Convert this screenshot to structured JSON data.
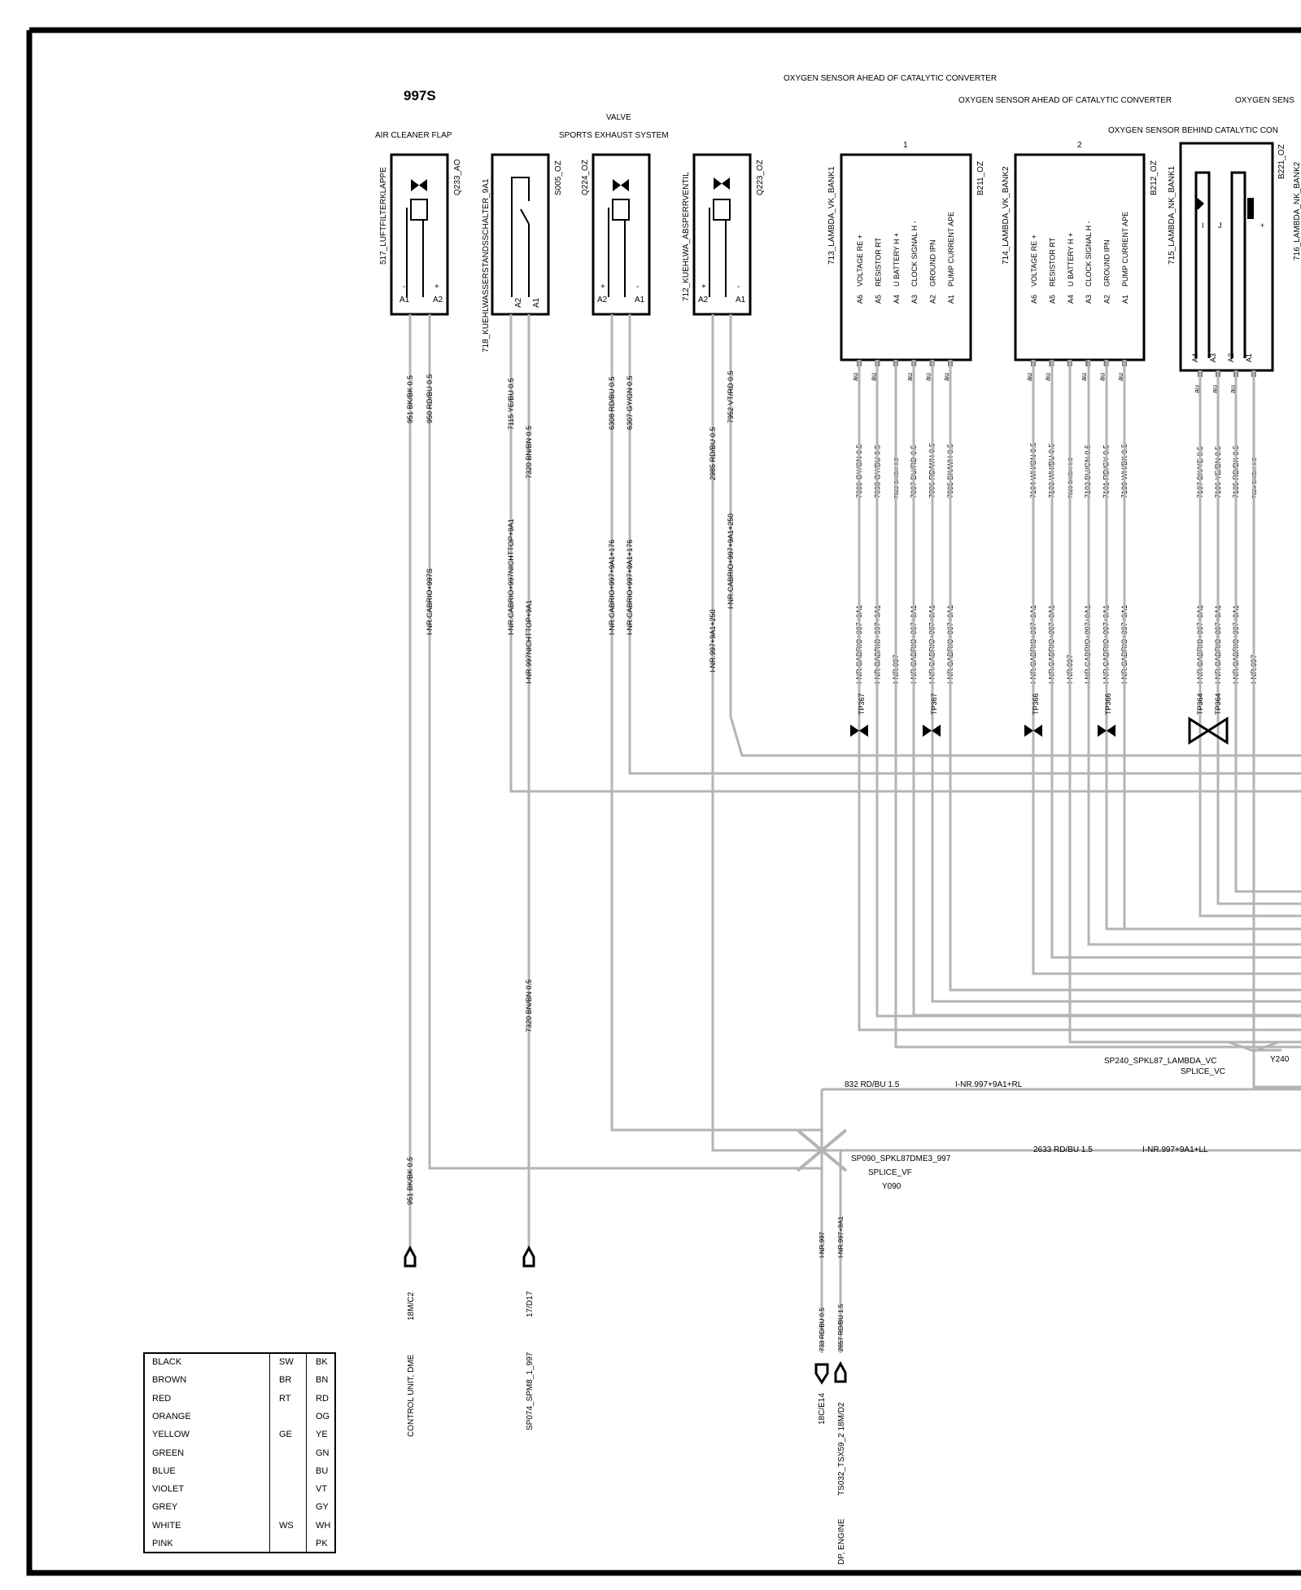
{
  "model": "997S",
  "headers": {
    "valve": "VALVE",
    "air_cleaner": "AIR CLEANER FLAP",
    "sports_exhaust": "SPORTS EXHAUST SYSTEM",
    "o2_ahead_1": "OXYGEN SENSOR AHEAD OF CATALYTIC CONVERTER",
    "o2_ahead_2": "OXYGEN SENSOR AHEAD OF CATALYTIC CONVERTER",
    "o2_sens_cut": "OXYGEN SENS",
    "o2_behind_cut": "OXYGEN SENSOR BEHIND CATALYTIC CON",
    "num1": "1",
    "num2": "2"
  },
  "components": {
    "c517": {
      "name": "517_LUFTFILTERKLAPPE",
      "code": "Q233_AO",
      "pin1": "A1",
      "pin2": "A2",
      "sign1": "-",
      "sign2": "+",
      "wire1": "951 BK/BK 0.5",
      "wire2": "950 RD/BU 0.5"
    },
    "c718": {
      "name": "718_KUEHLWASSERSTANDSSCHALTER_9A1",
      "code": "S005_OZ",
      "pin1": "A2",
      "pin2": "A1",
      "wire1": "7115 YE/BU 0.5",
      "wire2": "7320 BN/BN 0.5"
    },
    "c713v": {
      "name": "",
      "code": "Q224_OZ",
      "pin1": "A2",
      "pin2": "A1",
      "sign1": "+",
      "sign2": "-",
      "wire1": "6308 RD/BU 0.5",
      "wire2": "6307 GY/GN 0.5"
    },
    "c712": {
      "name": "712_KUEHLWA_ABSPERRVENTIL",
      "code": "Q223_OZ",
      "pin1": "A2",
      "pin2": "A1",
      "sign1": "+",
      "sign2": "-",
      "wire1": "2985 RD/BU 0.5",
      "wire2": "7952 VT/RD 0.5"
    },
    "c713": {
      "name": "713_LAMBDA_VK_BANK1",
      "code": "B211_OZ"
    },
    "c714": {
      "name": "714_LAMBDA_VK_BANK2",
      "code": "B212_OZ"
    },
    "c715": {
      "name": "715_LAMBDA_NK_BANK1",
      "code": "B221_OZ",
      "pins": [
        "A4",
        "A3",
        "A2",
        "A1"
      ],
      "wires": [
        "7107 BK/YE 0.5",
        "7106 YE/BN 0.5",
        "7105 RD/BK 0.5",
        "7324 BK/BK 0.5"
      ],
      "cuts": [
        "I-NR.CABRIO+997+9A1",
        "I-NR.CABRIO+997+9A1",
        "I-NR.CABRIO+997+9A1",
        "I-NR.997"
      ]
    },
    "c716_cut": {
      "name": "716_LAMBDA_NK_BANK2"
    }
  },
  "lambda_pins": [
    {
      "pin": "A6",
      "label": "VOLTAGE  RE +"
    },
    {
      "pin": "A5",
      "label": "RESISTOR RT"
    },
    {
      "pin": "A4",
      "label": "U BATTERY  H +"
    },
    {
      "pin": "A3",
      "label": "CLOCK SIGNAL  H -"
    },
    {
      "pin": "A2",
      "label": "GROUND  IPN"
    },
    {
      "pin": "A1",
      "label": "PUMP CURRENT APE"
    }
  ],
  "wires_713": [
    "7099 GY/GN 0.5",
    "7098 GY/BU 0.5",
    "7322 BK/BK 0.5",
    "7097 BU/RD 0.5",
    "7096 RD/WH 0.5",
    "7095 BK/WH 0.5"
  ],
  "cuts_713": [
    "I-NR.CABRIO+997+9A1",
    "I-NR.CABRIO+997+9A1",
    "I-NR.997",
    "I-NR.CABRIO+997+9A1",
    "I-NR.CABRIO+997+9A1",
    "I-NR.CABRIO+997+9A1"
  ],
  "wires_714": [
    "7104 WH/GN 0.5",
    "7103 WH/BU 0.5",
    "7323 BK/BK 0.5",
    "7102 BU/GN 0.5",
    "7101 RD/GY 0.5",
    "7100 WH/BK 0.5"
  ],
  "cuts_714": [
    "I-NR.CABRIO+997+9A1",
    "I-NR.CABRIO+997+9A1",
    "I-NR.997",
    "I-NR.CABRIO+997+9A1",
    "I-NR.CABRIO+997+9A1",
    "I-NR.CABRIO+997+9A1"
  ],
  "au": "au",
  "cuts_left": {
    "w950": "I-NR.CABRIO+997S",
    "w7115": "I-NR.CABRIO+997NICHTTOP+9A1",
    "w7320": "I-NR.997NICHTTOP+9A1",
    "w6308": "I-NR.CABRIO+997+9A1+176",
    "w6307": "I-NR.CABRIO+997+9A1+176",
    "w2985": "I-NR.997+9A1+250",
    "w7952": "I-NR.CABRIO+997+9A1+250"
  },
  "twisted_pairs": {
    "tp367a": "TP367",
    "tp367b": "TP367",
    "tp366a": "TP366",
    "tp366b": "TP366",
    "tp364a": "TP364",
    "tp364b": "TP364"
  },
  "splices": {
    "sp240_name": "SP240_SPKL87_LAMBDA_VC",
    "sp240_type": "SPLICE_VC",
    "sp240_id": "Y240",
    "sp090_name": "SP090_SPKL87DME3_997",
    "sp090_type": "SPLICE_VF",
    "sp090_id": "Y090"
  },
  "bus_wires": {
    "w832": "832 RD/BU 1.5",
    "w832_cut": "I-NR.997+9A1+RL",
    "w2633": "2633 RD/BU 1.5",
    "w2633_cut": "I-NR.997+9A1+LL",
    "w733": "733 RD/BU 0.5",
    "w733_cut": "I-NR.997",
    "w2657": "2657 RD/BU 1.5",
    "w2657_cut": "I-NR.997+9A1",
    "w951_low": "951 BK/BK 0.5",
    "w7320_low": "7320 BN/BN 0.5"
  },
  "connectors": {
    "c18m": "18M/C2",
    "c17d": "17/D17",
    "c18c": "18C/E14",
    "ts032": "TS032_TSX59_2 18M/D2",
    "control_unit": "CONTROL UNIT, DME",
    "sp074": "SP074_SPM8_1_997",
    "dp_engine": "DP, ENGINE"
  },
  "legend": [
    {
      "name": "BLACK",
      "de": "SW",
      "en": "BK"
    },
    {
      "name": "BROWN",
      "de": "BR",
      "en": "BN"
    },
    {
      "name": "RED",
      "de": "RT",
      "en": "RD"
    },
    {
      "name": "ORANGE",
      "de": "",
      "en": "OG"
    },
    {
      "name": "YELLOW",
      "de": "GE",
      "en": "YE"
    },
    {
      "name": "GREEN",
      "de": "",
      "en": "GN"
    },
    {
      "name": "BLUE",
      "de": "",
      "en": "BU"
    },
    {
      "name": "VIOLET",
      "de": "",
      "en": "VT"
    },
    {
      "name": "GREY",
      "de": "",
      "en": "GY"
    },
    {
      "name": "WHITE",
      "de": "WS",
      "en": "WH"
    },
    {
      "name": "PINK",
      "de": "",
      "en": "PK"
    }
  ],
  "colors": {
    "frame": "#000000",
    "wire": "#b4b4b4",
    "text": "#000000"
  }
}
